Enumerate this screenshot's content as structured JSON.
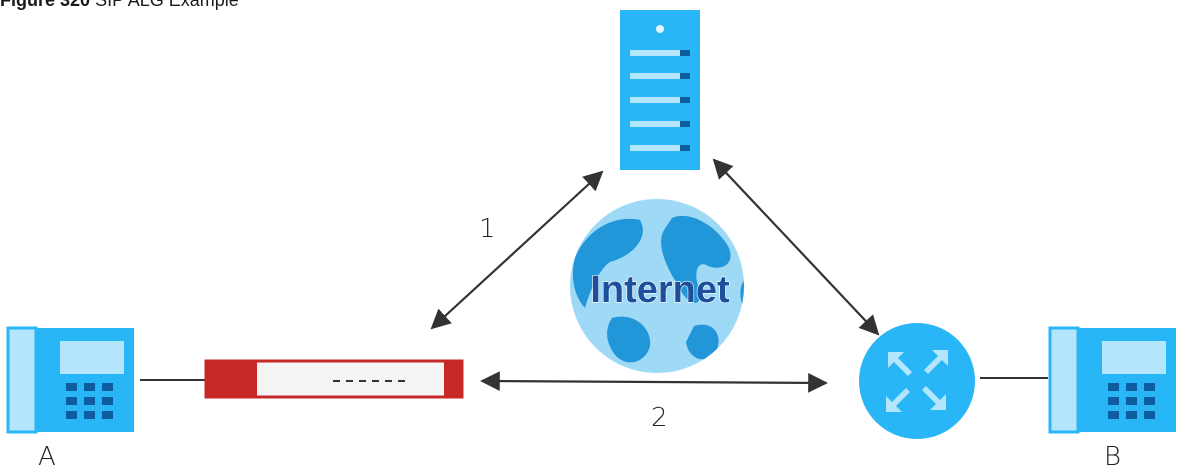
{
  "caption": {
    "figure": "Figure 320",
    "title": "SIP ALG Example"
  },
  "globe_label": "Internet",
  "path_labels": {
    "one": "1",
    "two": "2"
  },
  "endpoints": {
    "a": "A",
    "b": "B"
  },
  "colors": {
    "device_blue": "#29b6f6",
    "device_light": "#b3e5fc",
    "device_dark": "#0d5c9e",
    "firewall_red": "#c62828",
    "globe_water": "#9ed9f6",
    "globe_land": "#2196d8",
    "globe_text": "#1e4f9c",
    "arrow": "#333333"
  },
  "icons": [
    "phone-icon",
    "firewall-icon",
    "server-icon",
    "internet-globe-icon",
    "router-icon"
  ]
}
